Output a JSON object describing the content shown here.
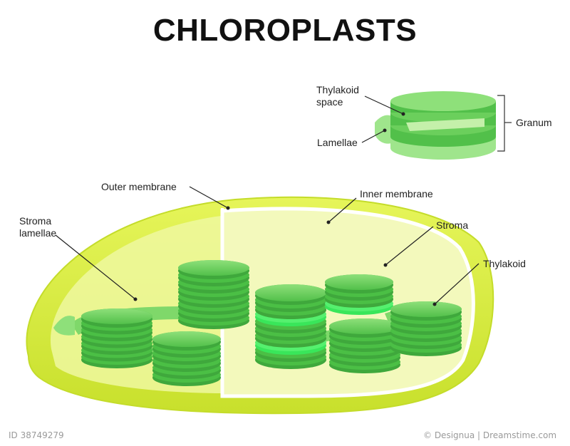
{
  "title": "CHLOROPLASTS",
  "labels": {
    "thylakoid_space_line1": "Thylakoid",
    "thylakoid_space_line2": "space",
    "lamellae": "Lamellae",
    "granum": "Granum",
    "outer_membrane": "Outer membrane",
    "inner_membrane": "Inner membrane",
    "stroma_lamellae_line1": "Stroma",
    "stroma_lamellae_line2": "lamellae",
    "stroma": "Stroma",
    "thylakoid": "Thylakoid"
  },
  "watermark": {
    "id_text": "ID 38749279",
    "credit": "© Designua | Dreamstime.com"
  },
  "colors": {
    "outer_shell": "#d8ec3a",
    "inner_stroma": "#f2f8b4",
    "thylakoid_disc": "#4bbf45",
    "thylakoid_disc_light": "#7fd86a",
    "lamella_bright": "#39e65a",
    "membrane_line": "#ffffff"
  }
}
